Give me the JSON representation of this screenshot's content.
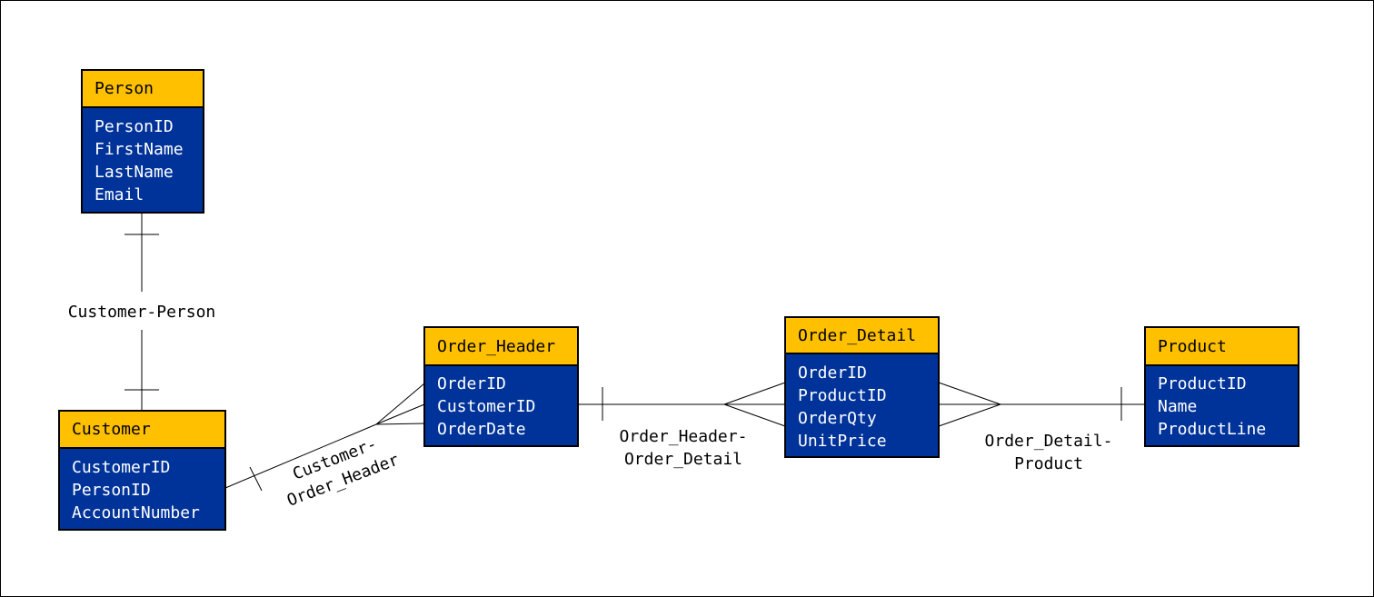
{
  "colors": {
    "header_fill": "#ffc000",
    "body_fill": "#003399",
    "attribute_text": "#ffffff",
    "header_text": "#000000",
    "line": "#000000"
  },
  "entities": {
    "person": {
      "name": "Person",
      "attributes": [
        "PersonID",
        "FirstName",
        "LastName",
        "Email"
      ]
    },
    "customer": {
      "name": "Customer",
      "attributes": [
        "CustomerID",
        "PersonID",
        "AccountNumber"
      ]
    },
    "order_header": {
      "name": "Order_Header",
      "attributes": [
        "OrderID",
        "CustomerID",
        "OrderDate"
      ]
    },
    "order_detail": {
      "name": "Order_Detail",
      "attributes": [
        "OrderID",
        "ProductID",
        "OrderQty",
        "UnitPrice"
      ]
    },
    "product": {
      "name": "Product",
      "attributes": [
        "ProductID",
        "Name",
        "ProductLine"
      ]
    }
  },
  "relationships": {
    "customer_person": {
      "label_lines": [
        "Customer-Person"
      ],
      "from": "Person",
      "to": "Customer",
      "cardinality": "one-to-one"
    },
    "customer_order_header": {
      "label_lines": [
        "Customer-",
        "Order_Header"
      ],
      "from": "Customer",
      "to": "Order_Header",
      "cardinality": "one-to-many"
    },
    "order_header_order_detail": {
      "label_lines": [
        "Order_Header-",
        "Order_Detail"
      ],
      "from": "Order_Header",
      "to": "Order_Detail",
      "cardinality": "one-to-many"
    },
    "order_detail_product": {
      "label_lines": [
        "Order_Detail-",
        "Product"
      ],
      "from": "Order_Detail",
      "to": "Product",
      "cardinality": "many-to-one"
    }
  }
}
